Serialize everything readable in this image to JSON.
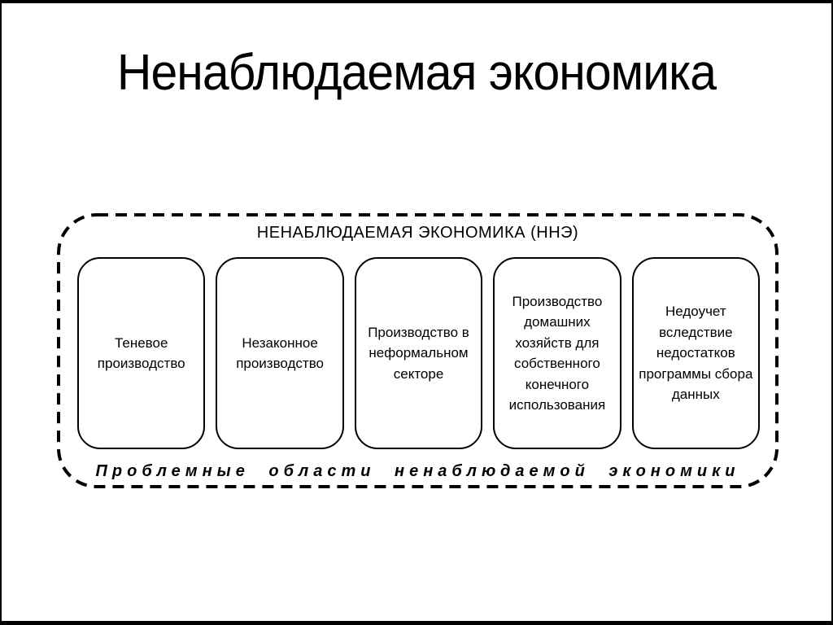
{
  "slide": {
    "title": "Ненаблюдаемая экономика",
    "diagram": {
      "header": "НЕНАБЛЮДАЕМАЯ ЭКОНОМИКА (ННЭ)",
      "boxes": [
        {
          "label": "Теневое производство"
        },
        {
          "label": "Незаконное производство"
        },
        {
          "label": "Производство в неформальном секторе"
        },
        {
          "label": "Производство домашних хозяйств для собственного конечного использования"
        },
        {
          "label": "Недоучет вследствие недостатков программы сбора данных"
        }
      ],
      "caption": "Проблемные области ненаблюдаемой экономики"
    },
    "colors": {
      "background": "#ffffff",
      "text": "#000000",
      "frame_border": "#000000"
    }
  }
}
